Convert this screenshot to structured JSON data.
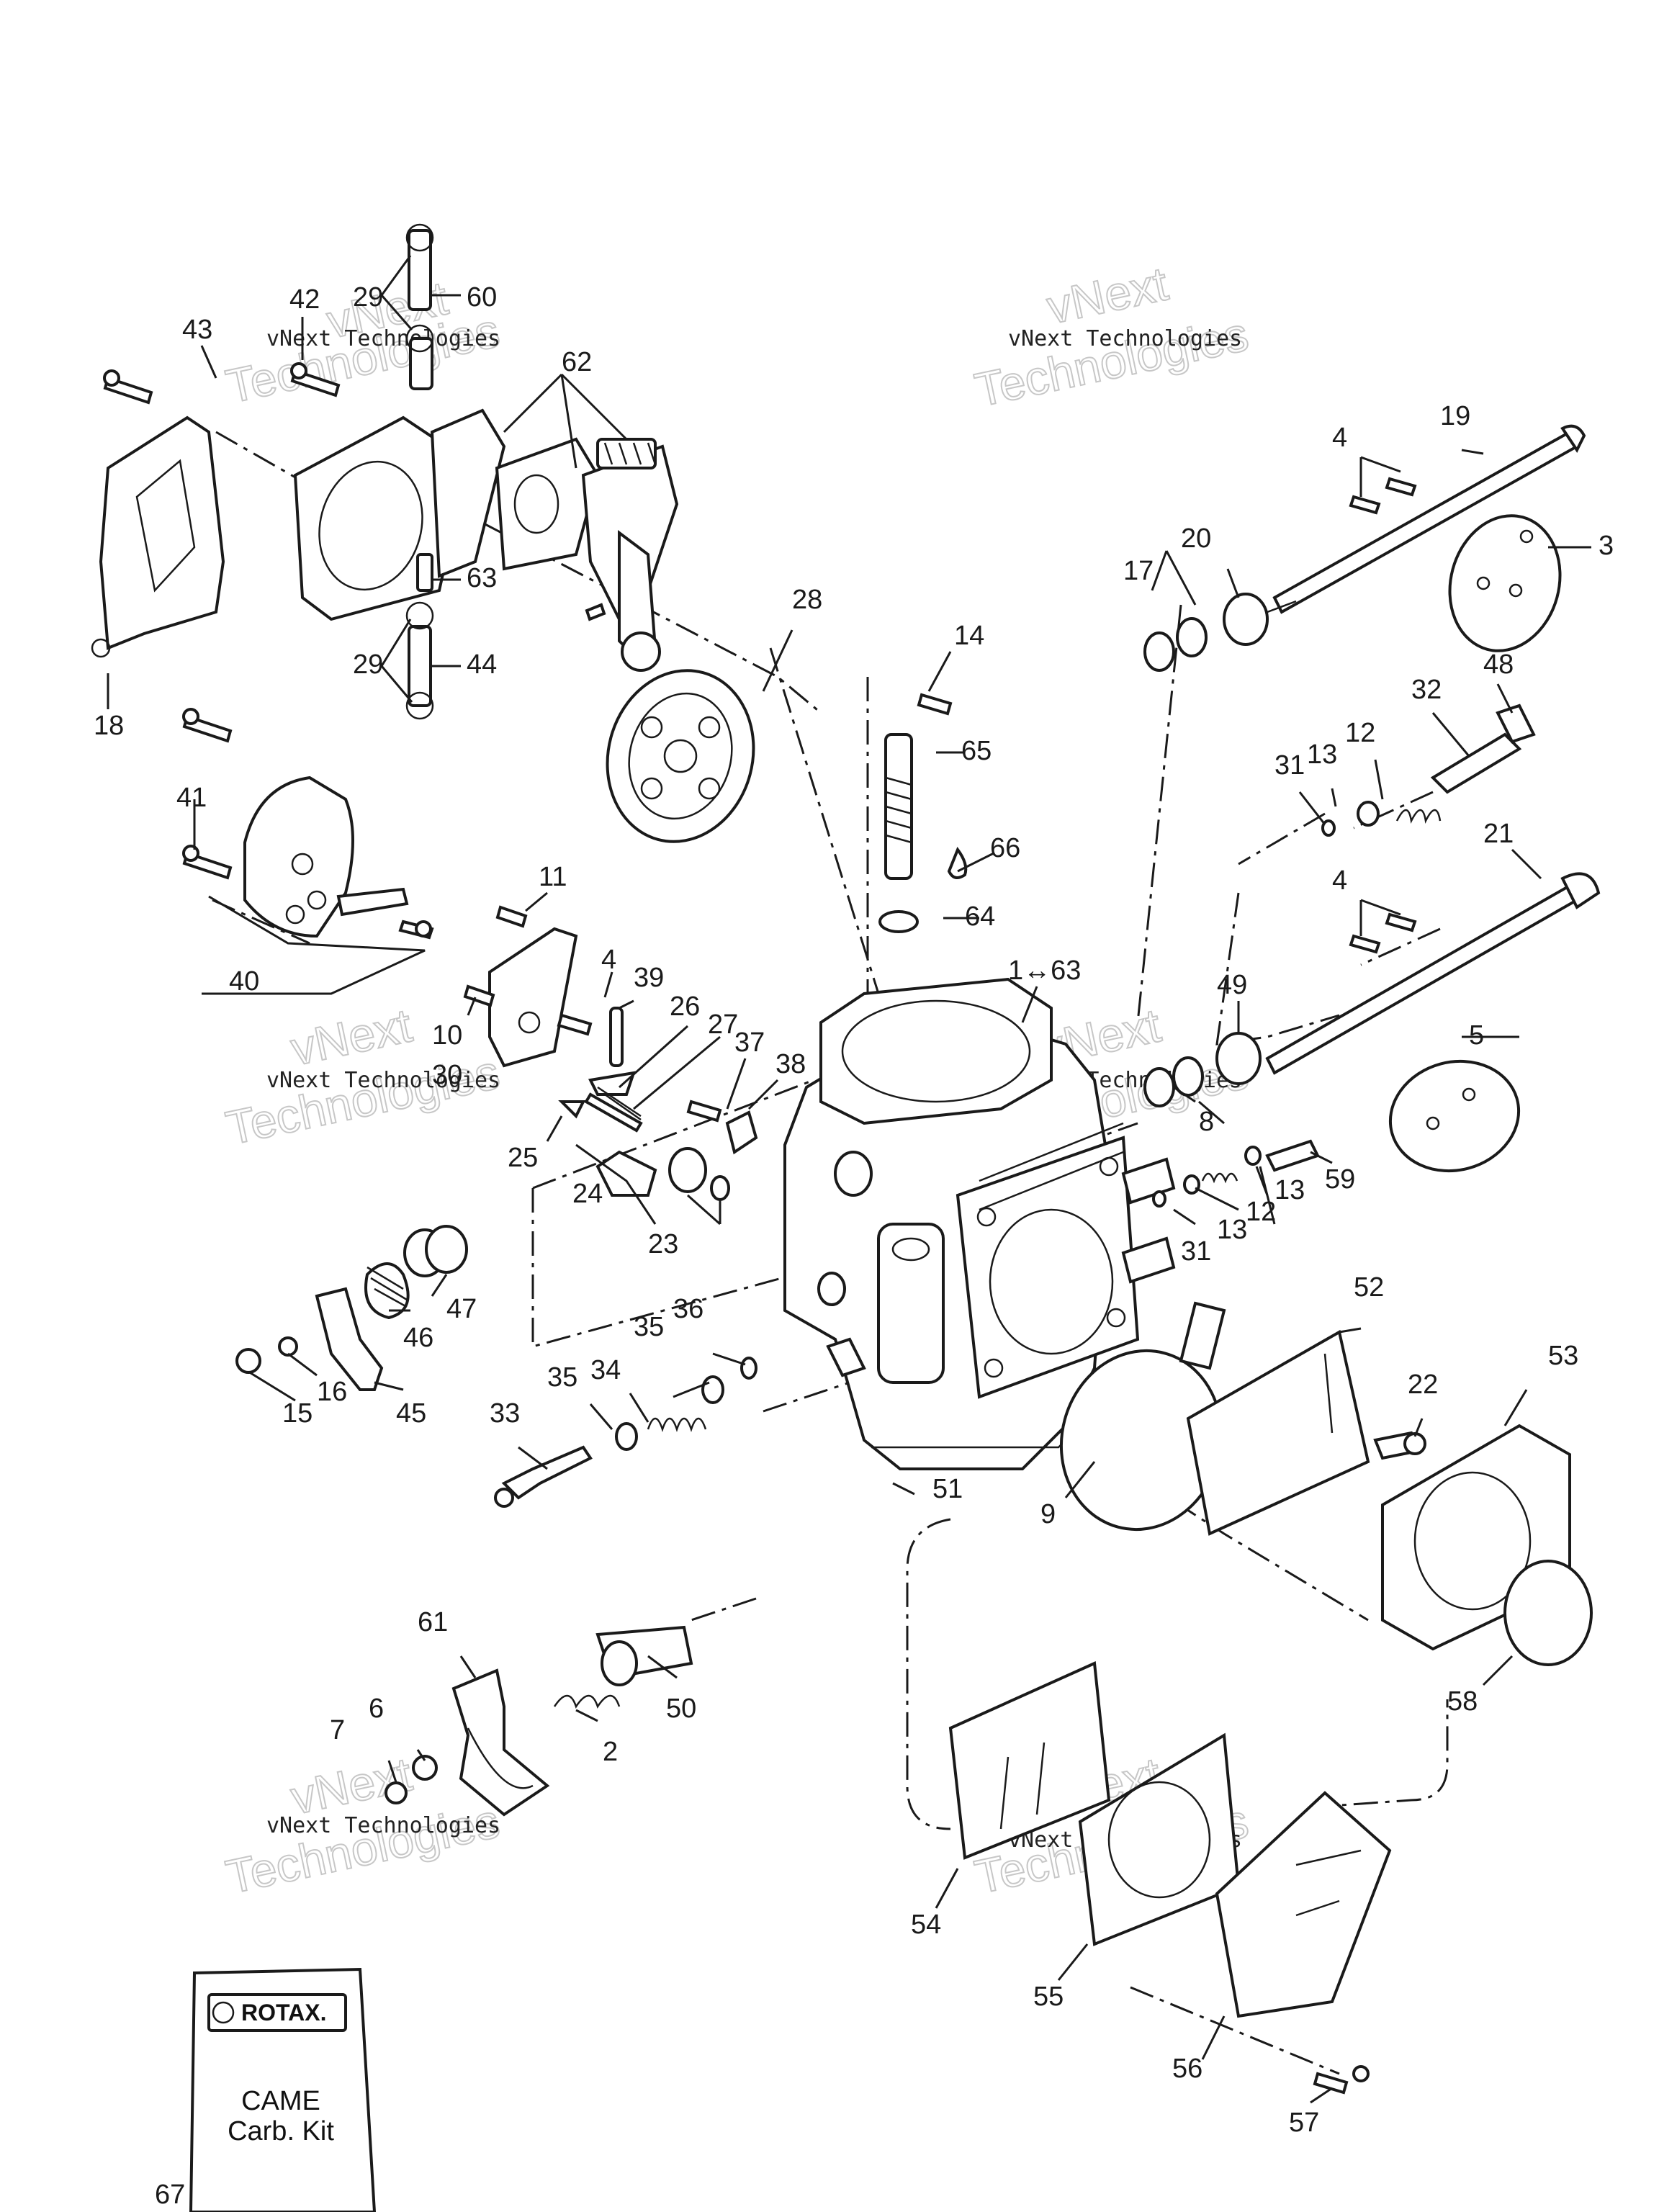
{
  "labels": [
    {
      "id": "1-63",
      "text": "1↔63"
    },
    {
      "id": "2",
      "text": "2"
    },
    {
      "id": "3",
      "text": "3"
    },
    {
      "id": "4a",
      "text": "4"
    },
    {
      "id": "4b",
      "text": "4"
    },
    {
      "id": "4c",
      "text": "4"
    },
    {
      "id": "5",
      "text": "5"
    },
    {
      "id": "6",
      "text": "6"
    },
    {
      "id": "7",
      "text": "7"
    },
    {
      "id": "8",
      "text": "8"
    },
    {
      "id": "9",
      "text": "9"
    },
    {
      "id": "10",
      "text": "10"
    },
    {
      "id": "11",
      "text": "11"
    },
    {
      "id": "12a",
      "text": "12"
    },
    {
      "id": "12b",
      "text": "12"
    },
    {
      "id": "13a",
      "text": "13"
    },
    {
      "id": "13b",
      "text": "13"
    },
    {
      "id": "13c",
      "text": "13"
    },
    {
      "id": "14",
      "text": "14"
    },
    {
      "id": "15",
      "text": "15"
    },
    {
      "id": "16",
      "text": "16"
    },
    {
      "id": "17",
      "text": "17"
    },
    {
      "id": "18",
      "text": "18"
    },
    {
      "id": "19",
      "text": "19"
    },
    {
      "id": "20",
      "text": "20"
    },
    {
      "id": "21",
      "text": "21"
    },
    {
      "id": "22",
      "text": "22"
    },
    {
      "id": "23",
      "text": "23"
    },
    {
      "id": "24",
      "text": "24"
    },
    {
      "id": "25",
      "text": "25"
    },
    {
      "id": "26",
      "text": "26"
    },
    {
      "id": "27",
      "text": "27"
    },
    {
      "id": "28",
      "text": "28"
    },
    {
      "id": "29a",
      "text": "29"
    },
    {
      "id": "29b",
      "text": "29"
    },
    {
      "id": "30",
      "text": "30"
    },
    {
      "id": "31a",
      "text": "31"
    },
    {
      "id": "31b",
      "text": "31"
    },
    {
      "id": "32",
      "text": "32"
    },
    {
      "id": "33",
      "text": "33"
    },
    {
      "id": "34",
      "text": "34"
    },
    {
      "id": "35a",
      "text": "35"
    },
    {
      "id": "35b",
      "text": "35"
    },
    {
      "id": "36",
      "text": "36"
    },
    {
      "id": "37",
      "text": "37"
    },
    {
      "id": "38",
      "text": "38"
    },
    {
      "id": "39",
      "text": "39"
    },
    {
      "id": "40",
      "text": "40"
    },
    {
      "id": "41",
      "text": "41"
    },
    {
      "id": "42",
      "text": "42"
    },
    {
      "id": "43",
      "text": "43"
    },
    {
      "id": "44",
      "text": "44"
    },
    {
      "id": "45",
      "text": "45"
    },
    {
      "id": "46",
      "text": "46"
    },
    {
      "id": "47",
      "text": "47"
    },
    {
      "id": "48",
      "text": "48"
    },
    {
      "id": "49",
      "text": "49"
    },
    {
      "id": "50",
      "text": "50"
    },
    {
      "id": "51",
      "text": "51"
    },
    {
      "id": "52",
      "text": "52"
    },
    {
      "id": "53",
      "text": "53"
    },
    {
      "id": "54",
      "text": "54"
    },
    {
      "id": "55",
      "text": "55"
    },
    {
      "id": "56",
      "text": "56"
    },
    {
      "id": "57",
      "text": "57"
    },
    {
      "id": "58",
      "text": "58"
    },
    {
      "id": "59",
      "text": "59"
    },
    {
      "id": "60",
      "text": "60"
    },
    {
      "id": "61",
      "text": "61"
    },
    {
      "id": "62",
      "text": "62"
    },
    {
      "id": "63",
      "text": "63"
    },
    {
      "id": "64",
      "text": "64"
    },
    {
      "id": "65",
      "text": "65"
    },
    {
      "id": "66",
      "text": "66"
    },
    {
      "id": "67",
      "text": "67"
    }
  ],
  "watermark": {
    "line1": "vNext Technologies",
    "line2": "vNext",
    "line3": "Technologies"
  },
  "kit": {
    "brand": "ROTAX.",
    "line1": "CAME",
    "line2": "Carb. Kit"
  }
}
